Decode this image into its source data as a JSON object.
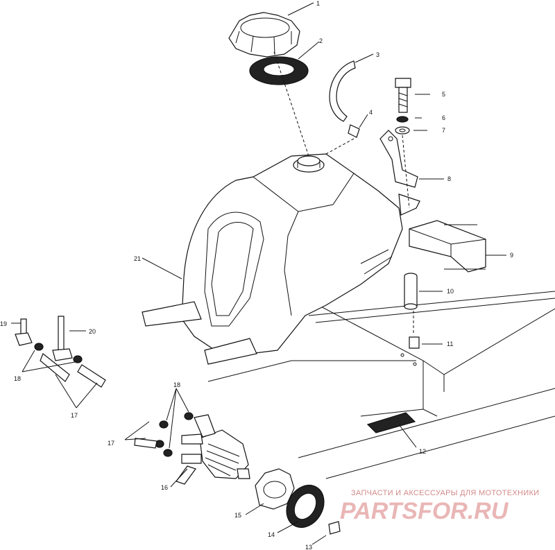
{
  "callouts": [
    {
      "id": "c1",
      "text": "1"
    },
    {
      "id": "c2",
      "text": "2"
    },
    {
      "id": "c3",
      "text": "3"
    },
    {
      "id": "c4",
      "text": "4"
    },
    {
      "id": "c5",
      "text": "5"
    },
    {
      "id": "c6",
      "text": "6"
    },
    {
      "id": "c7",
      "text": "7"
    },
    {
      "id": "c8",
      "text": "8"
    },
    {
      "id": "c9",
      "text": "9"
    },
    {
      "id": "c10",
      "text": "10"
    },
    {
      "id": "c11",
      "text": "11"
    },
    {
      "id": "c12",
      "text": "12"
    },
    {
      "id": "c13",
      "text": "13"
    },
    {
      "id": "c14",
      "text": "14"
    },
    {
      "id": "c15",
      "text": "15"
    },
    {
      "id": "c16",
      "text": "16"
    },
    {
      "id": "c17a",
      "text": "17"
    },
    {
      "id": "c17b",
      "text": "17"
    },
    {
      "id": "c18a",
      "text": "18"
    },
    {
      "id": "c18b",
      "text": "18"
    },
    {
      "id": "c19",
      "text": "19"
    },
    {
      "id": "c20",
      "text": "20"
    },
    {
      "id": "c21",
      "text": "21"
    }
  ],
  "watermark": {
    "caption": "ЗАПЧАСТИ И АКСЕССУАРЫ ДЛЯ МОТОТЕХНИКИ",
    "logo": "PARTSFOR.RU"
  },
  "colors": {
    "line": "#111111",
    "watermark": "#d48a8a"
  }
}
